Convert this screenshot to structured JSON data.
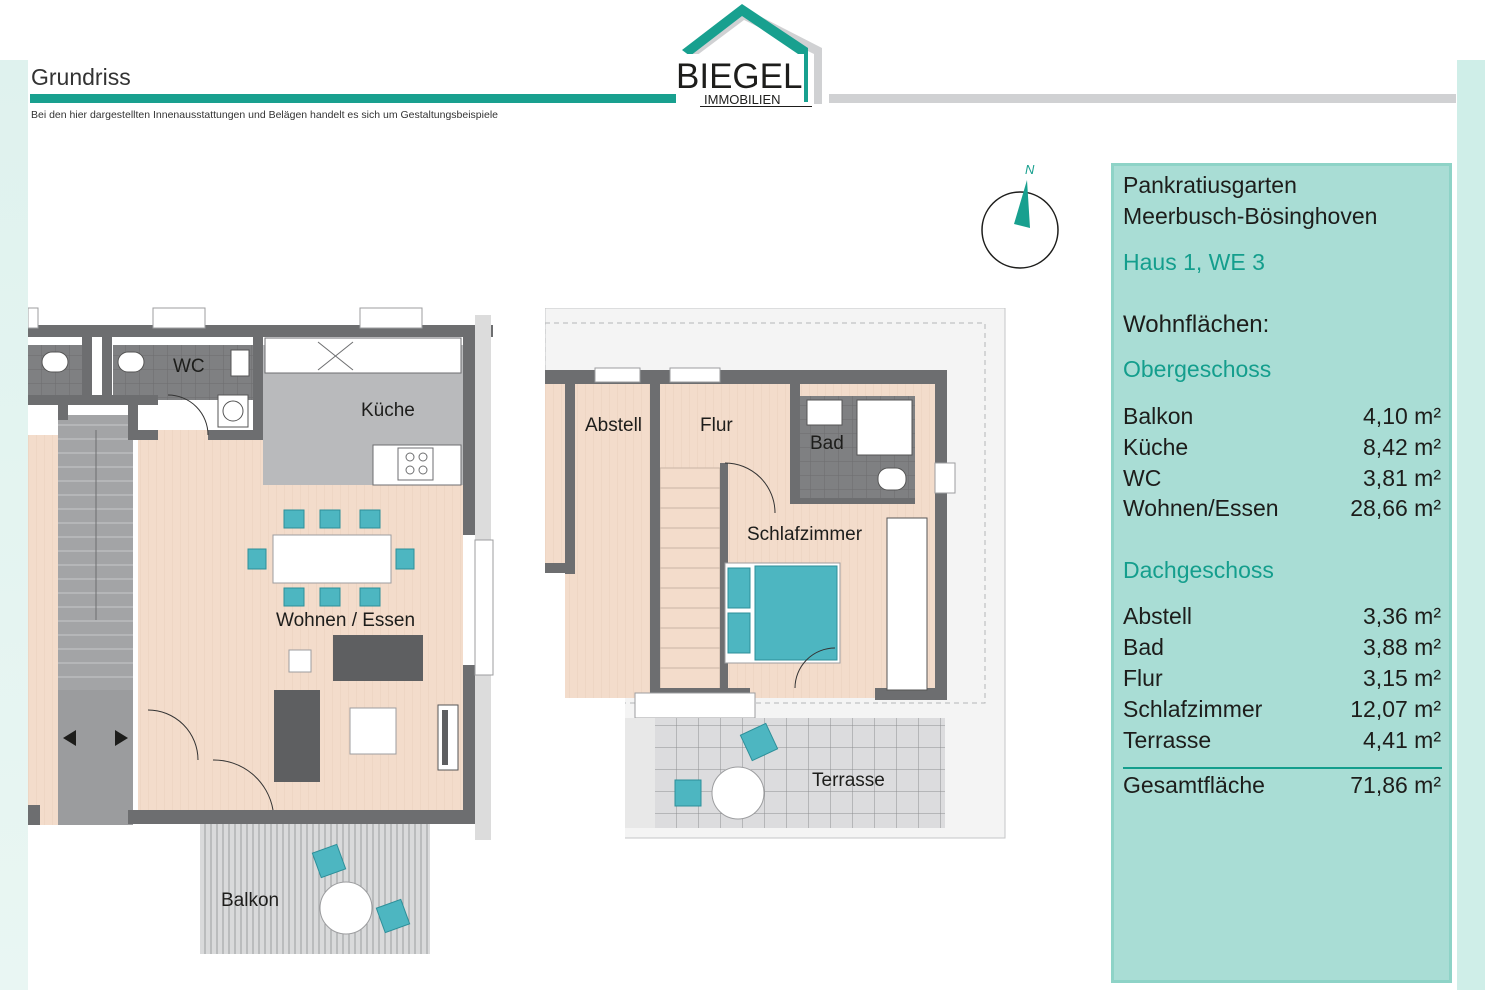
{
  "header": {
    "title": "Grundriss",
    "disclaimer": "Bei den hier dargestellten Innenausstattungen und Belägen handelt es sich um Gestaltungsbeispiele",
    "logo_name": "BIEGEL",
    "logo_sub": "IMMOBILIEN"
  },
  "compass": {
    "label": "N"
  },
  "plan_left": {
    "rooms": [
      "WC",
      "Küche",
      "Wohnen / Essen",
      "Balkon"
    ]
  },
  "plan_right": {
    "rooms": [
      "Abstell",
      "Flur",
      "Bad",
      "Schlafzimmer",
      "Terrasse"
    ]
  },
  "panel": {
    "project_line1": "Pankratiusgarten",
    "project_line2": "Meerbusch-Bösinghoven",
    "unit": "Haus 1, WE 3",
    "heading": "Wohnflächen:",
    "sections": [
      {
        "name": "Obergeschoss",
        "rows": [
          {
            "label": "Balkon",
            "value": "4,10 m²"
          },
          {
            "label": "Küche",
            "value": "8,42 m²"
          },
          {
            "label": "WC",
            "value": "3,81 m²"
          },
          {
            "label": "Wohnen/Essen",
            "value": "28,66 m²"
          }
        ]
      },
      {
        "name": "Dachgeschoss",
        "rows": [
          {
            "label": "Abstell",
            "value": "3,36 m²"
          },
          {
            "label": "Bad",
            "value": "3,88 m²"
          },
          {
            "label": "Flur",
            "value": "3,15 m²"
          },
          {
            "label": "Schlafzimmer",
            "value": "12,07 m²"
          },
          {
            "label": "Terrasse",
            "value": "4,41 m²"
          }
        ]
      }
    ],
    "total_label": "Gesamtfläche",
    "total_value": "71,86 m²"
  },
  "colors": {
    "accent": "#18a08f",
    "panel_bg": "#a9ddd5",
    "wall": "#6d6e70",
    "floor_wood": "#f3dccb",
    "tile": "#8a8b8d",
    "furniture_teal": "#4db6c1"
  }
}
